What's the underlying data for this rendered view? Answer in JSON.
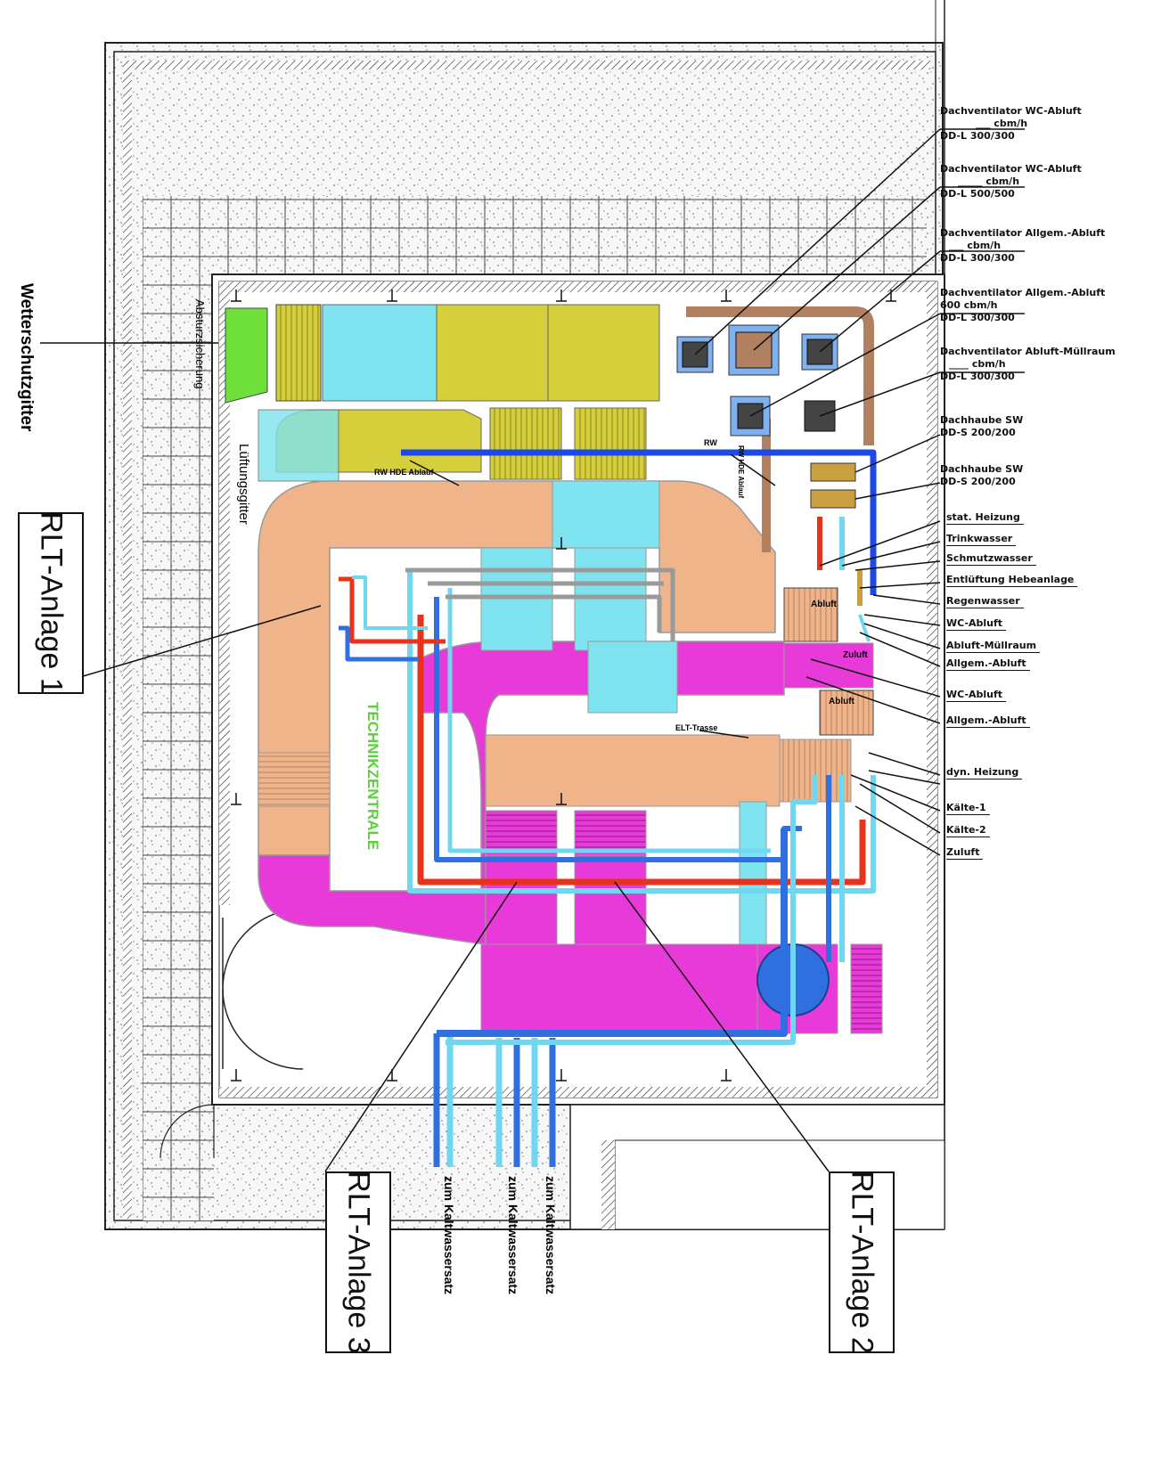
{
  "labels": {
    "wetterschutzgitter": "Wetterschutzgitter",
    "absturzsicherung": "Absturzsicherung",
    "lueftungsgitter": "Lüftungsgitter",
    "technikzentrale": "TECHNIKZENTRALE",
    "rlt1": "RLT-Anlage 1",
    "rlt2": "RLT-Anlage 2",
    "rlt3": "RLT-Anlage 3",
    "rw_hde": "RW HDE Ablauf",
    "rw": "RW",
    "rw_hde2": "RW HDE Ablauf",
    "elt_trasse": "ELT-Trasse",
    "abluft1": "Abluft",
    "zuluft": "Zuluft",
    "abluft2": "Abluft",
    "zum1": "zum Kaltwassersatz",
    "zum2": "zum Kaltwassersatz",
    "zum3": "zum Kaltwassersatz"
  },
  "callouts": [
    {
      "line1": "Dachventilator WC-Abluft",
      "line2": "___ cbm/h",
      "line3": "DD-L 300/300"
    },
    {
      "line1": "Dachventilator WC-Abluft",
      "line2": "_____ cbm/h",
      "line3": "DD-L 500/500"
    },
    {
      "line1": "Dachventilator Allgem.-Abluft",
      "line2": "___ cbm/h",
      "line3": "DD-L 300/300"
    },
    {
      "line1": "Dachventilator Allgem.-Abluft",
      "line2": "600 cbm/h",
      "line3": "DD-L 300/300"
    },
    {
      "line1": "Dachventilator Abluft-Müllraum",
      "line2": "____ cbm/h",
      "line3": "DD-L 300/300"
    },
    {
      "line1": "Dachhaube SW",
      "line2": "",
      "line3": "DD-S 200/200"
    },
    {
      "line1": "Dachhaube SW",
      "line2": "",
      "line3": "DD-S 200/200"
    }
  ],
  "media": [
    "stat. Heizung",
    "Trinkwasser",
    "Schmutzwasser",
    "Entlüftung Hebeanlage",
    "Regenwasser",
    "WC-Abluft",
    "Abluft-Müllraum",
    "Allgem.-Abluft",
    "WC-Abluft",
    "Allgem.-Abluft",
    "dyn. Heizung",
    "Kälte-1",
    "Kälte-2",
    "Zuluft"
  ],
  "colors": {
    "supply_air": "#f0b48a",
    "exhaust_air": "#e83ad8",
    "outdoor_air": "#7fe3f0",
    "exhaust_unit": "#d4cf3a",
    "intake_grille": "#6fe03a",
    "cold_water_dark": "#2f6fe0",
    "cold_water_light": "#6fd7f0",
    "heating": "#e8321c",
    "rain_water": "#1d49e8",
    "grey_pipe": "#9a9a9a",
    "text_green": "#5ad13a",
    "gravel": "#f4f4f4",
    "wall": "#333333"
  }
}
